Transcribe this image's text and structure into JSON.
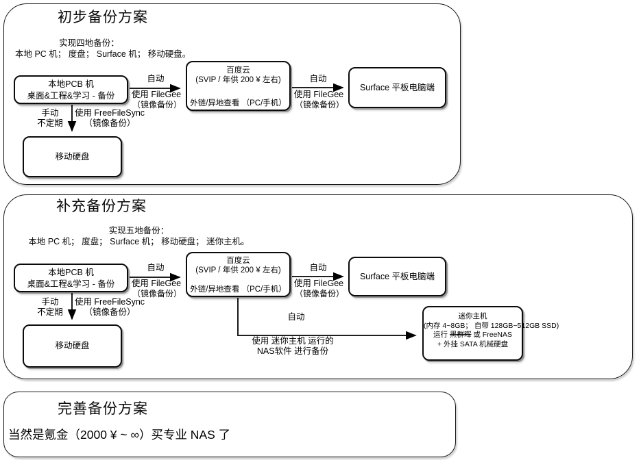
{
  "sections": [
    {
      "title": "初步备份方案",
      "desc1": "实现四地备份：",
      "desc2": "本地 PC 机； 度盘； Surface 机； 移动硬盘。",
      "nodes": {
        "local_pc": {
          "line1": "本地PCB 机",
          "line2": "桌面&工程&学习 - 备份"
        },
        "baidu": {
          "line1": "百度云",
          "line2": "(SVIP / 年供 200 ¥ 左右)",
          "line3": "外链/异地查看 （PC/手机）"
        },
        "surface": {
          "line1": "Surface 平板电脑端"
        },
        "hdd": {
          "line1": "移动硬盘"
        }
      },
      "labels": {
        "auto1": "自动",
        "filegee1": "使用 FileGee",
        "mirror1": "（镜像备份）",
        "auto2": "自动",
        "filegee2": "使用 FileGee",
        "mirror2": "（镜像备份）",
        "manual1": "手动",
        "manual2": "不定期",
        "ffs1": "使用 FreeFileSync",
        "ffs2": "（镜像备份）"
      }
    },
    {
      "title": "补充备份方案",
      "desc1": "实现五地备份：",
      "desc2": "本地 PC 机； 度盘； Surface 机； 移动硬盘； 迷你主机。",
      "nodes": {
        "local_pc": {
          "line1": "本地PCB 机",
          "line2": "桌面&工程&学习 - 备份"
        },
        "baidu": {
          "line1": "百度云",
          "line2": "(SVIP / 年供 200 ¥ 左右)",
          "line3": "外链/异地查看 （PC/手机）"
        },
        "surface": {
          "line1": "Surface 平板电脑端"
        },
        "hdd": {
          "line1": "移动硬盘"
        },
        "mini": {
          "line1": "迷你主机",
          "line2": "(内存 4~8GB； 自带 128GB~512GB SSD)",
          "line3_pre": "运行 ",
          "line3_struck": "黑群晖",
          "line3_post": " 或 FreeNAS",
          "line4": "+ 外挂 SATA 机械硬盘"
        }
      },
      "labels": {
        "auto1": "自动",
        "filegee1": "使用 FileGee",
        "mirror1": "（镜像备份）",
        "auto2": "自动",
        "filegee2": "使用 FileGee",
        "mirror2": "（镜像备份）",
        "manual1": "手动",
        "manual2": "不定期",
        "ffs1": "使用 FreeFileSync",
        "ffs2": "（镜像备份）",
        "auto3": "自动",
        "nas1": "使用 迷你主机 运行的",
        "nas2": "NAS软件 进行备份"
      }
    },
    {
      "title": "完善备份方案",
      "body": "当然是氪金（2000 ¥ ~ ∞）买专业 NAS 了"
    }
  ],
  "colors": {
    "ink": "#000000",
    "background": "#ffffff"
  }
}
